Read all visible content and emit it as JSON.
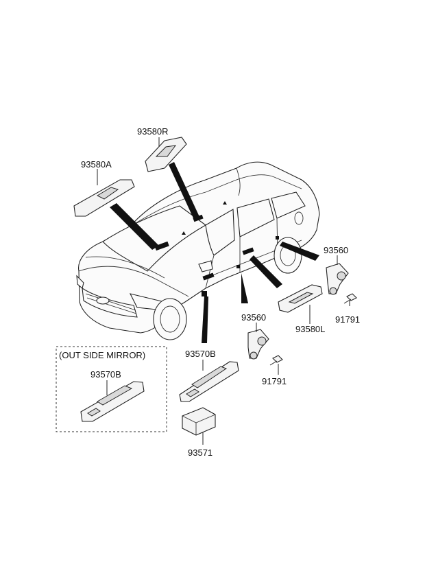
{
  "labels": {
    "p93580R": "93580R",
    "p93580A": "93580A",
    "p93560_right": "93560",
    "p93560_left": "93560",
    "p91791_right": "91791",
    "p91791_left": "91791",
    "p93580L": "93580L",
    "p93570B_main": "93570B",
    "p93571": "93571",
    "mirror_group_title": "(OUT SIDE MIRROR)",
    "p93570B_mirror": "93570B"
  }
}
